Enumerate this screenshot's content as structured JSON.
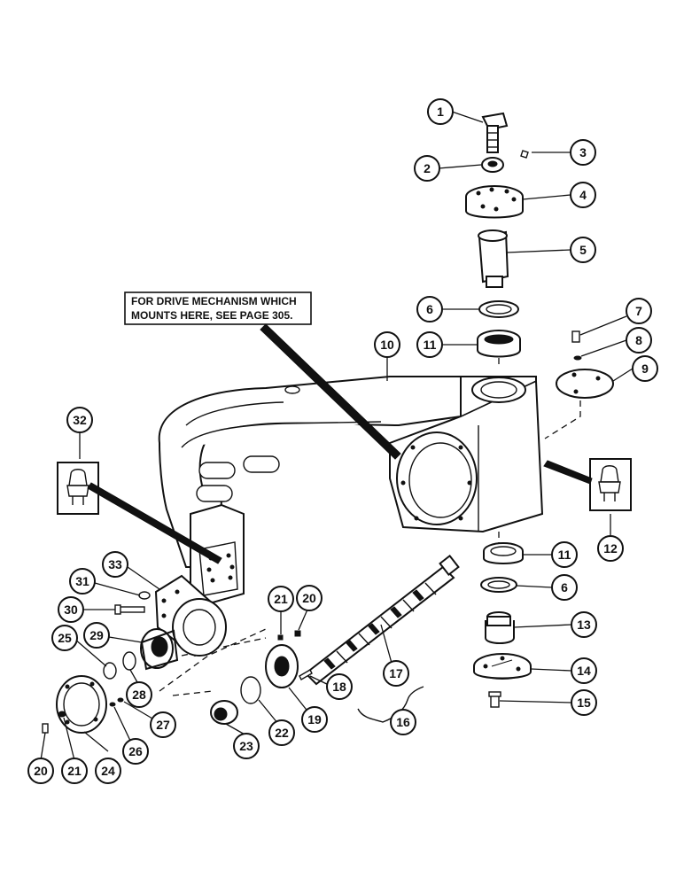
{
  "note": {
    "line1": "FOR DRIVE MECHANISM WHICH",
    "line2": "MOUNTS HERE, SEE PAGE 305."
  },
  "callouts": [
    "1",
    "2",
    "3",
    "4",
    "5",
    "6",
    "11",
    "7",
    "8",
    "9",
    "10",
    "32",
    "12",
    "11",
    "6",
    "13",
    "14",
    "15",
    "33",
    "31",
    "30",
    "29",
    "25",
    "28",
    "21",
    "20",
    "17",
    "18",
    "19",
    "22",
    "23",
    "16",
    "24",
    "26",
    "27",
    "20",
    "21"
  ]
}
